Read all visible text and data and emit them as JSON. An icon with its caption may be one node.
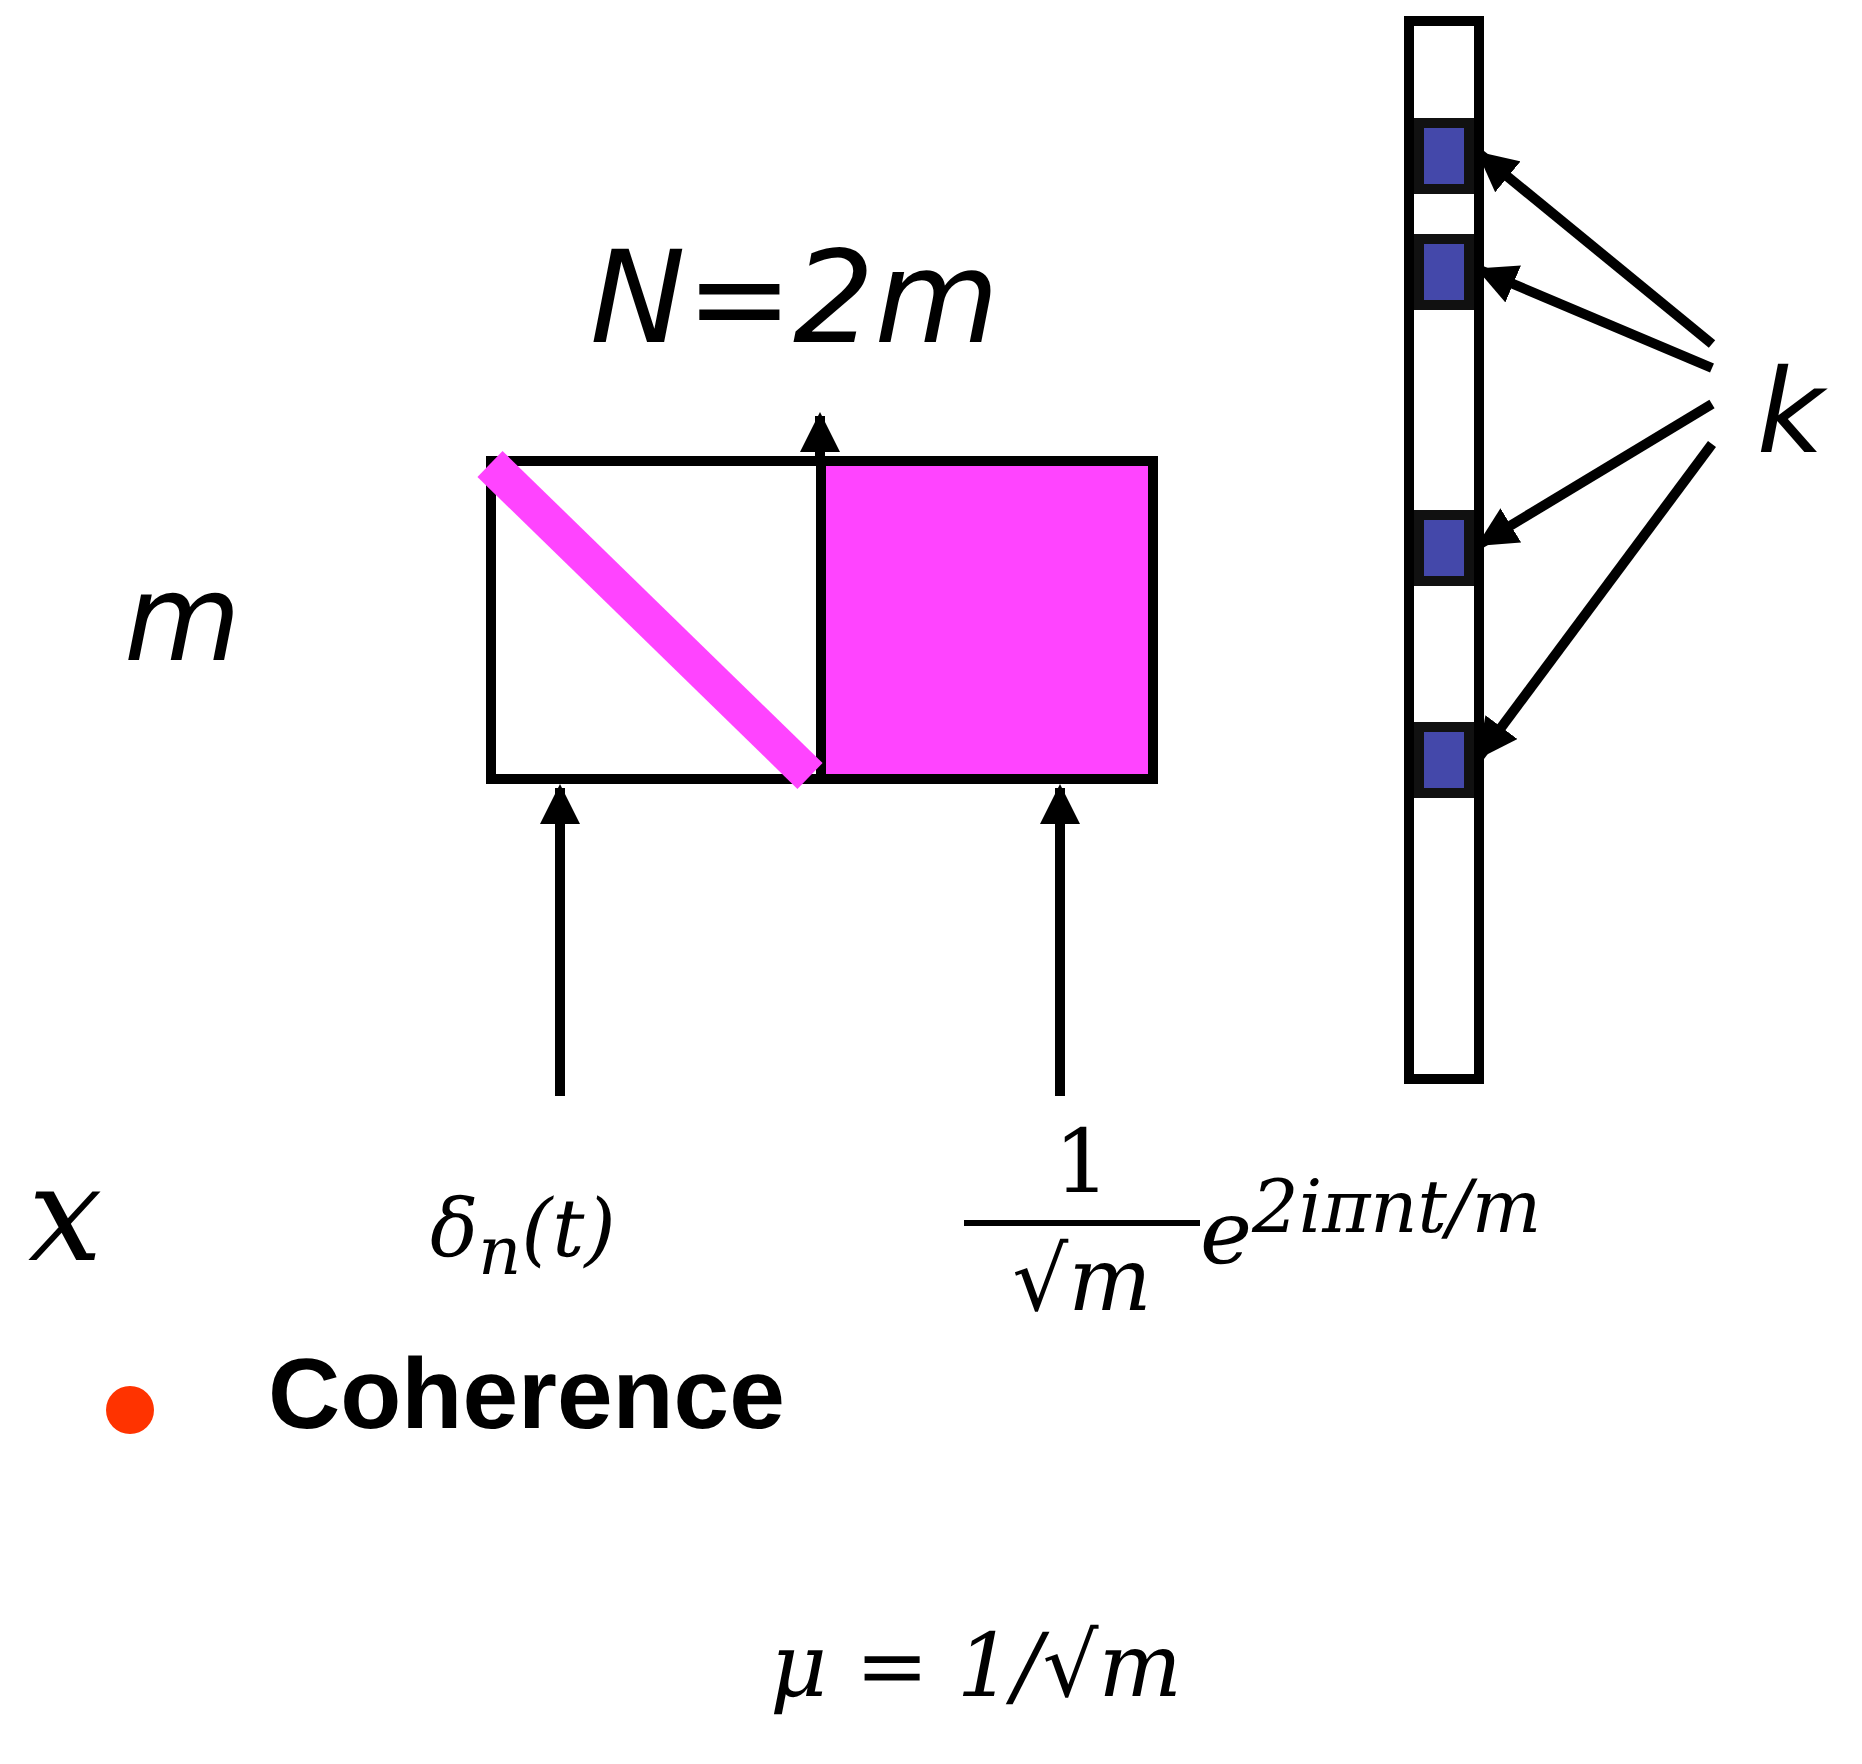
{
  "diagram": {
    "nodes": [
      {
        "text": [],
        "shape": "box"
      },
      {
        "text": [],
        "shape": "box"
      },
      {
        "text": [],
        "shape": "bar"
      },
      {
        "text": [],
        "shape": "box",
        "in": 2
      },
      {
        "text": [],
        "shape": "box",
        "in": 2
      },
      {
        "text": [],
        "shape": "box",
        "in": 2
      },
      {
        "text": [],
        "shape": "box",
        "in": 2
      },
      {
        "text": [
          "k"
        ]
      },
      {
        "text": [
          "δ$_{n}$(t)"
        ]
      },
      {
        "text": [
          "1",
          "√m",
          "e$^{2iπnt/m}$"
        ]
      }
    ],
    "edges": [
      {
        "from": 8,
        "to": 0,
        "arrow": "to"
      },
      {
        "from": 9,
        "to": 1,
        "arrow": "to"
      },
      {
        "from": 7,
        "to": 3,
        "arrow": "to"
      },
      {
        "from": 7,
        "to": 4,
        "arrow": "to"
      },
      {
        "from": 7,
        "to": 5,
        "arrow": "to"
      },
      {
        "from": 7,
        "to": 6,
        "arrow": "to"
      }
    ],
    "labels": [
      "N=2m",
      "m",
      "x",
      "Coherence",
      "μ = 1/√m"
    ]
  }
}
